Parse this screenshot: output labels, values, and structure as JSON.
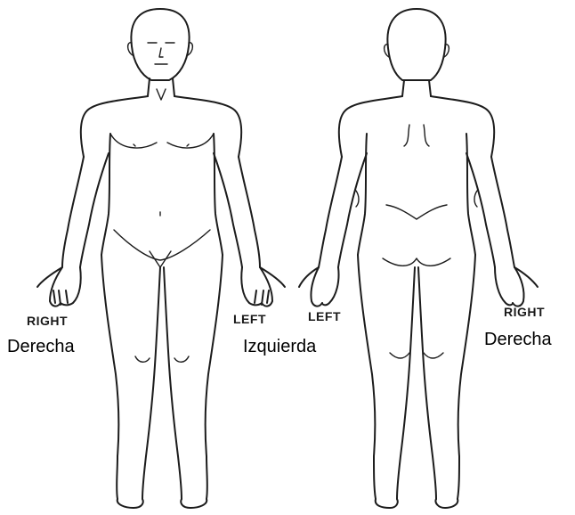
{
  "labels": {
    "front_right_en": "RIGHT",
    "front_right_es": "Derecha",
    "front_left_en": "LEFT",
    "front_left_es": "Izquierda",
    "back_left_en": "LEFT",
    "back_right_en": "RIGHT",
    "back_right_es": "Derecha"
  }
}
